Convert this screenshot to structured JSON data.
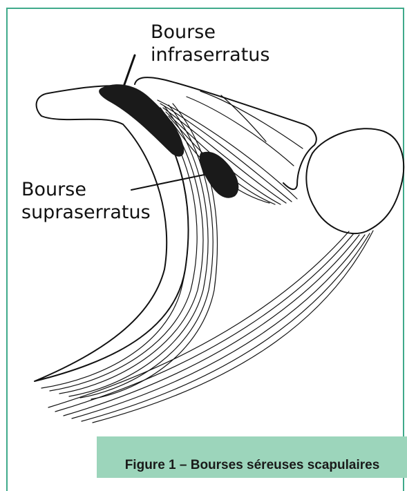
{
  "labels": {
    "infraserratus": "Bourse\ninfraserratus",
    "supraserratus": "Bourse\nsupraserratus"
  },
  "caption": "Figure 1 – Bourses séreuses scapulaires",
  "colors": {
    "frame": "#3fa98a",
    "caption_background": "#9cd5bb",
    "bursa": "#1a1a1a",
    "outline": "#111111"
  }
}
